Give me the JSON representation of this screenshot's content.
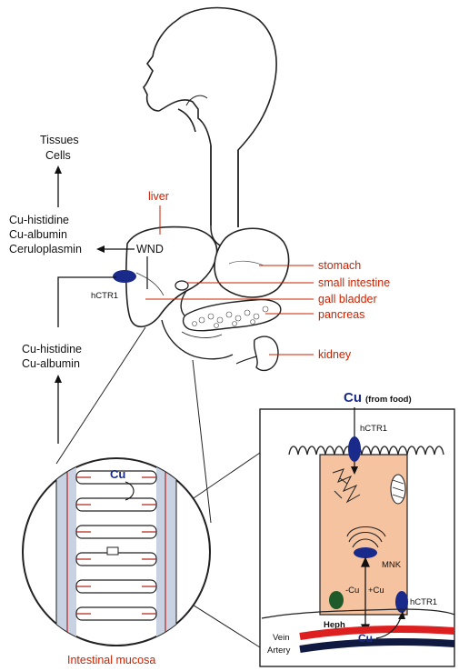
{
  "labels": {
    "tissues": "Tissues",
    "cells": "Cells",
    "liver": "liver",
    "cu_histidine_top": "Cu-histidine",
    "cu_albumin_top": "Cu-albumin",
    "ceruloplasmin": "Ceruloplasmin",
    "wnd": "WND",
    "hctr1_liver": "hCTR1",
    "cu_histidine_bottom": "Cu-histidine",
    "cu_albumin_bottom": "Cu-albumin",
    "stomach": "stomach",
    "small_intestine": "small intestine",
    "gall_bladder": "gall bladder",
    "pancreas": "pancreas",
    "kidney": "kidney",
    "cu_food": "Cu",
    "from_food": "(from food)",
    "hctr1_apical": "hCTR1",
    "cu_mucosa": "Cu",
    "mnk": "MNK",
    "minus_cu": "-Cu",
    "plus_cu": "+Cu",
    "heph": "Heph",
    "hctr1_basal": "hCTR1",
    "vein": "Vein",
    "artery": "Artery",
    "cu_blood": "Cu",
    "intestinal_mucosa": "Intestinal mucosa"
  },
  "colors": {
    "label_red": "#cc2200",
    "cu_blue": "#1a2a8a",
    "enterocyte_fill": "#f6c3a0",
    "mucosa_fill": "#c8d2e2",
    "heph_green": "#1e5a2a",
    "vein_red": "#dd1f1f",
    "artery_navy": "#101a40"
  }
}
